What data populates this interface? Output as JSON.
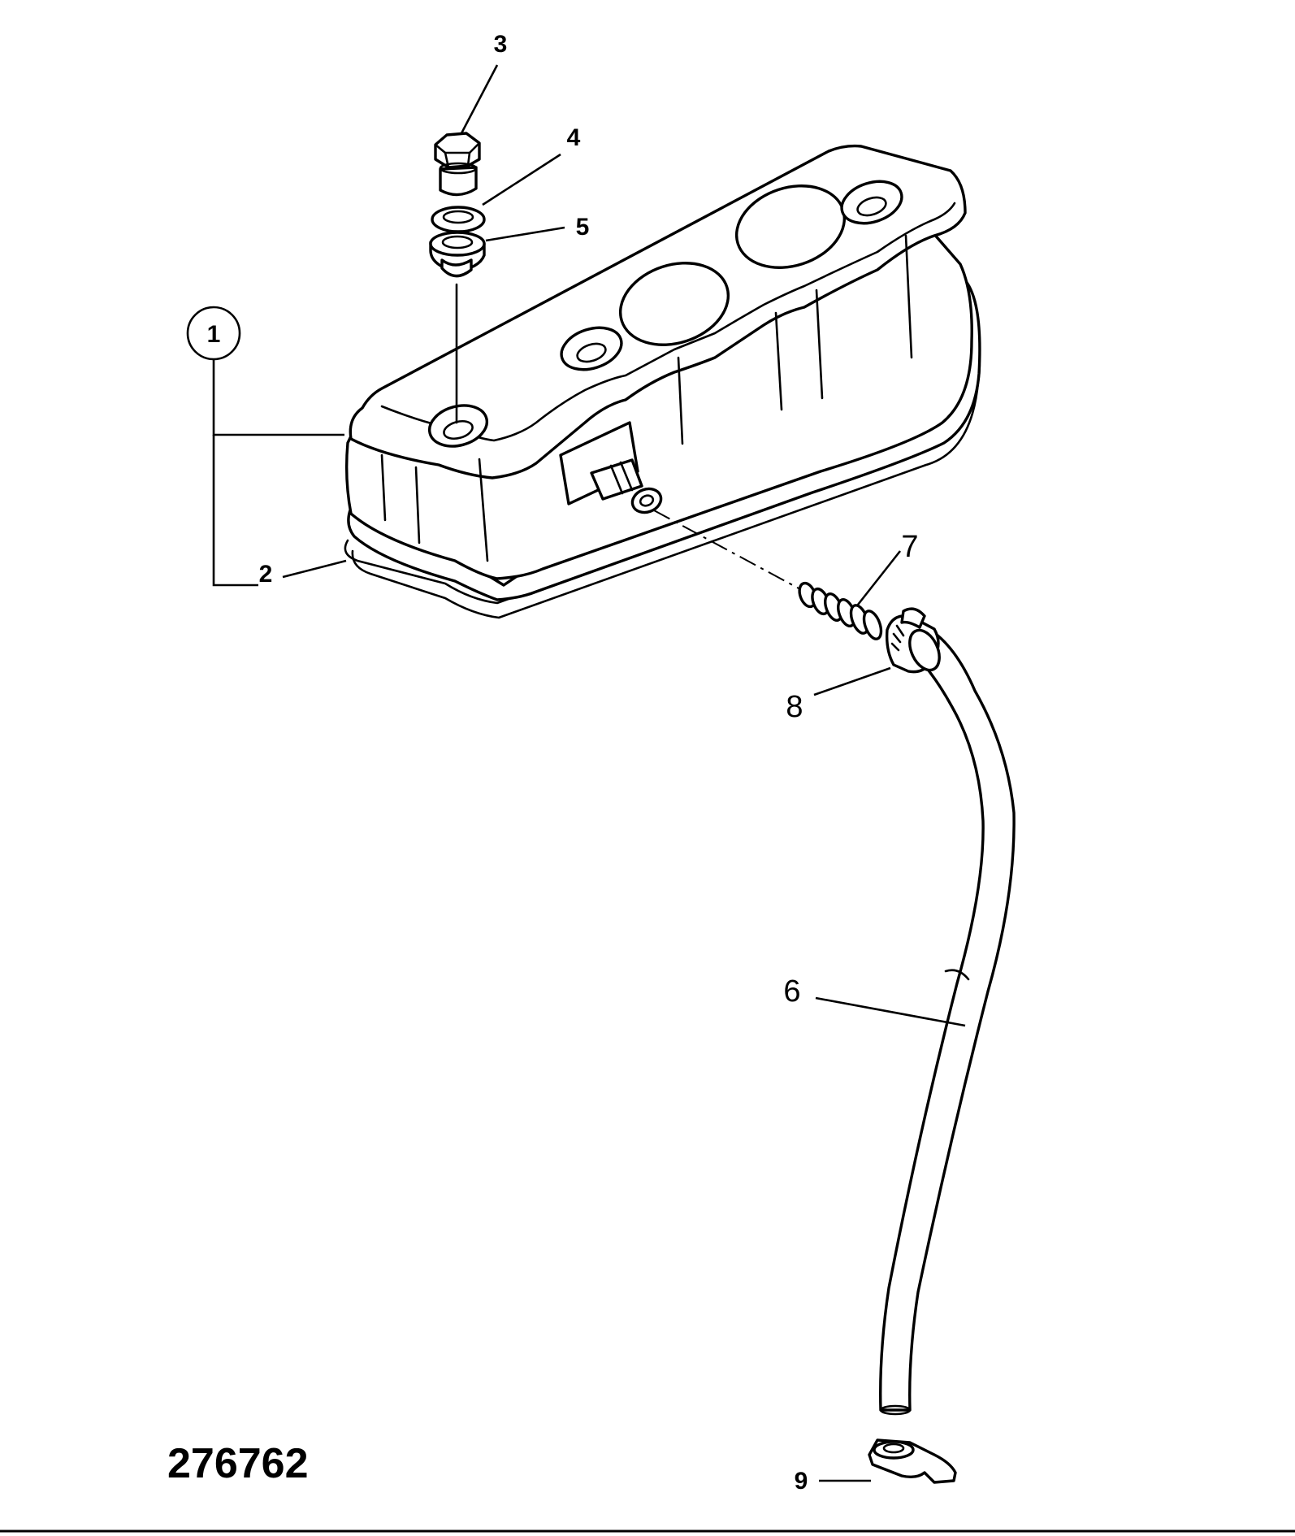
{
  "callouts": {
    "c1": "1",
    "c2": "2",
    "c3": "3",
    "c4": "4",
    "c5": "5",
    "c6": "6",
    "c7": "7",
    "c8": "8",
    "c9": "9"
  },
  "reference_number": "276762"
}
